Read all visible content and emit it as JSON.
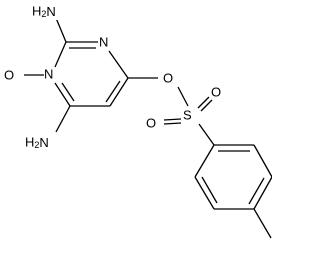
{
  "structure": {
    "atoms": {
      "amino_top": "H2N",
      "amino_bottom": "H2N",
      "ring_n_top": "N",
      "ring_n_oxide": "N",
      "oxide_o": "O",
      "ester_o": "O",
      "sulfur": "S",
      "sulfonyl_o_left": "O",
      "sulfonyl_o_right": "O"
    }
  }
}
